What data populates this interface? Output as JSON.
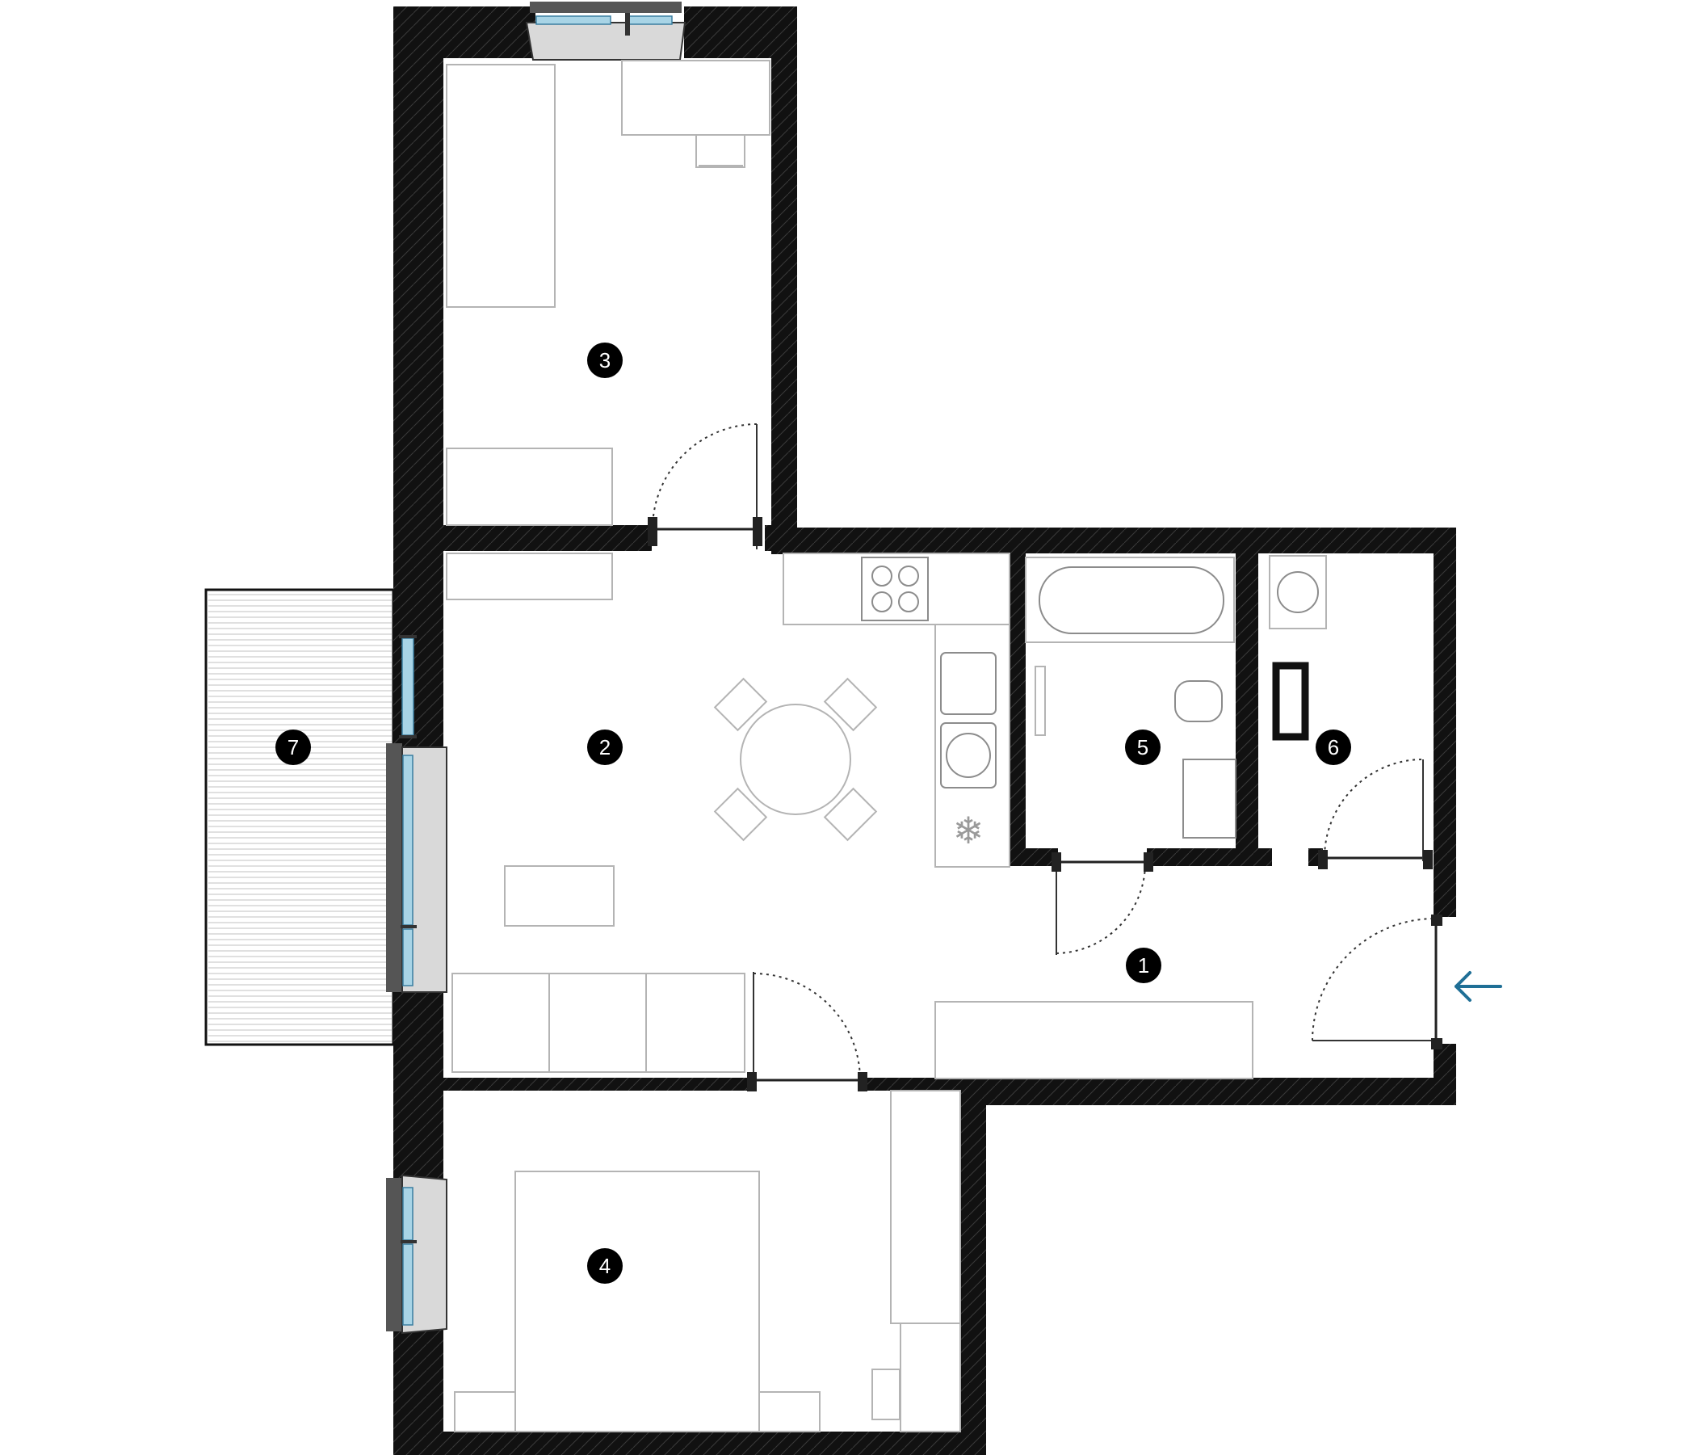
{
  "plan": {
    "rooms": [
      {
        "id": "room-1",
        "label": "1"
      },
      {
        "id": "room-2",
        "label": "2"
      },
      {
        "id": "room-3",
        "label": "3"
      },
      {
        "id": "room-4",
        "label": "4"
      },
      {
        "id": "room-5",
        "label": "5"
      },
      {
        "id": "room-6",
        "label": "6"
      },
      {
        "id": "room-7",
        "label": "7"
      }
    ],
    "entrance_arrow_icon": "arrow-left-icon",
    "colors": {
      "wall": "#111111",
      "marker": "#000000",
      "marker_text": "#ffffff",
      "entrance_arrow": "#1f6f96",
      "glass": "#a8d4e6",
      "furniture_outline": "#b4b4b4"
    }
  }
}
